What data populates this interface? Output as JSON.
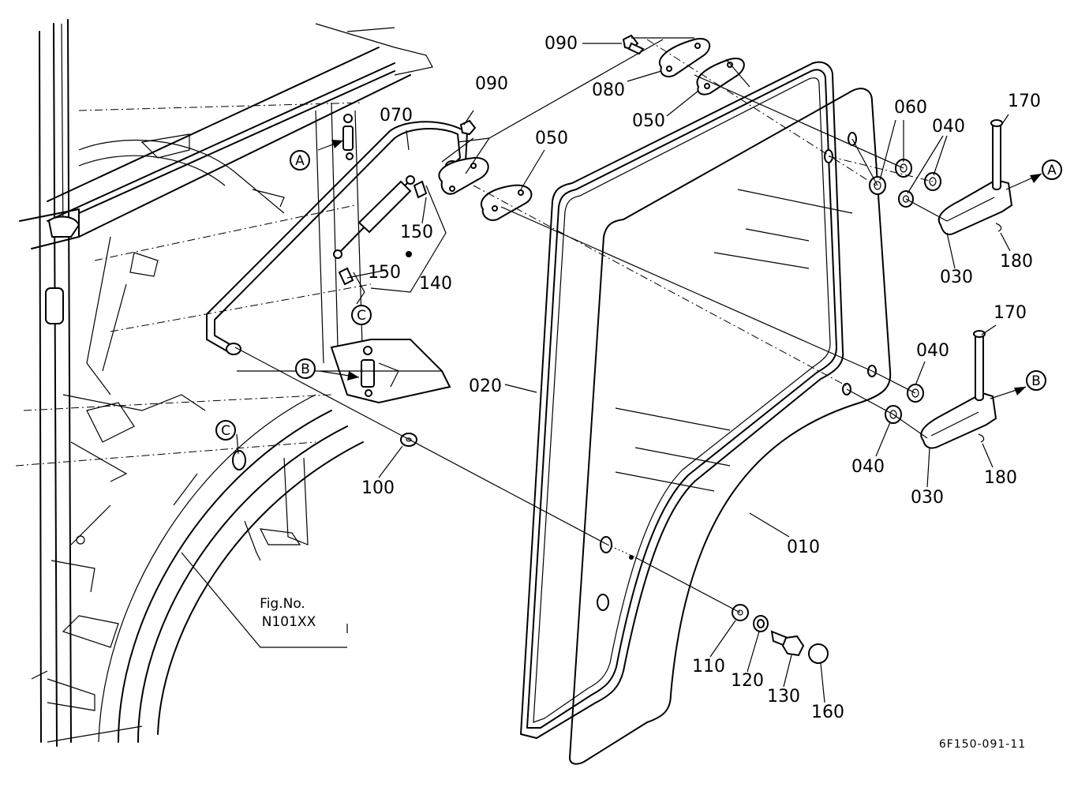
{
  "parts": {
    "p010": "010",
    "p020": "020",
    "p030a": "030",
    "p030b": "030",
    "p040a": "040",
    "p040b": "040",
    "p040c": "040",
    "p050a": "050",
    "p050b": "050",
    "p060": "060",
    "p070": "070",
    "p080": "080",
    "p090a": "090",
    "p090b": "090",
    "p100": "100",
    "p110": "110",
    "p120": "120",
    "p130": "130",
    "p140": "140",
    "p150a": "150",
    "p150b": "150",
    "p160": "160",
    "p170a": "170",
    "p170b": "170",
    "p180a": "180",
    "p180b": "180"
  },
  "refs": {
    "A1": "A",
    "A2": "A",
    "B1": "B",
    "B2": "B",
    "C1": "C",
    "C2": "C"
  },
  "fig_ref": {
    "line1": "Fig.No.",
    "line2": "N101XX"
  },
  "drawing_code": "6F150-091-11"
}
